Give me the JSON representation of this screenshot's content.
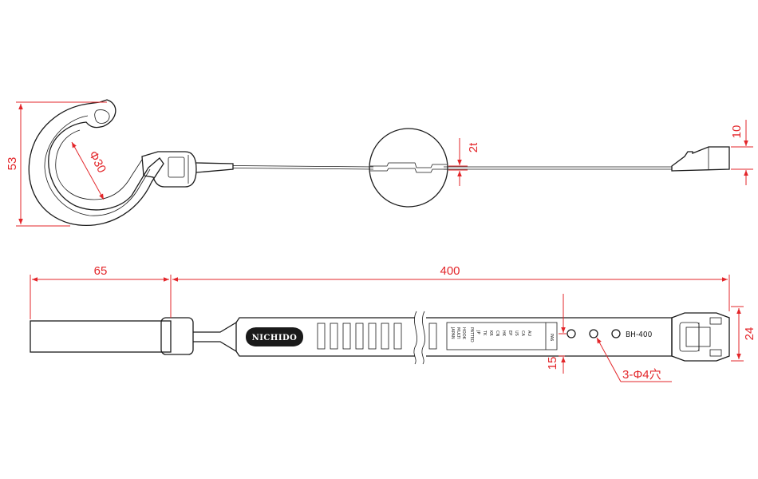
{
  "dimensions": {
    "hook_height": "53",
    "hook_diameter": "Φ30",
    "thickness": "2t",
    "head_height": "10",
    "hook_length": "65",
    "band_length": "400",
    "hole_offset": "15",
    "band_width": "24",
    "holes": "3-Φ4穴"
  },
  "label_panel": {
    "brand": "NICHIDO",
    "model": "BH-400",
    "panel_lines": [
      "JAPAN",
      "MULTI",
      "HOOK",
      "PATTED",
      "JP",
      "TK",
      "KR",
      "CN",
      "HK",
      "EP",
      "US",
      "CA",
      "AU"
    ],
    "material": "PA6"
  },
  "colors": {
    "dimension": "#e3262a",
    "outline": "#1a1a1a",
    "background": "#ffffff"
  }
}
